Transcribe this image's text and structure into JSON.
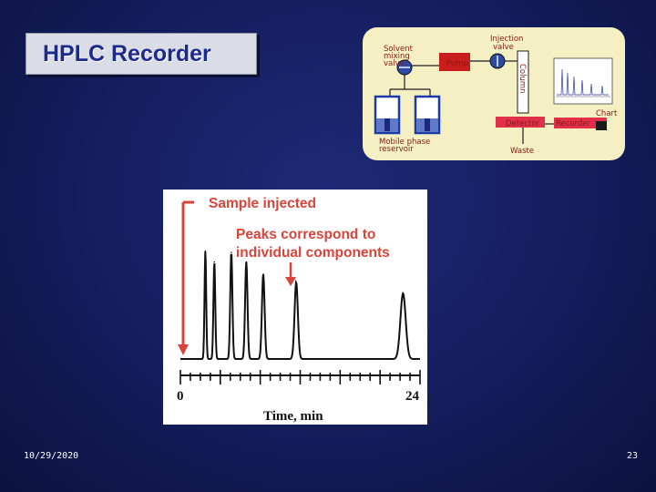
{
  "slide": {
    "title": "HPLC Recorder",
    "date": "10/29/2020",
    "page_number": "23"
  },
  "schematic": {
    "labels": {
      "injection_valve": [
        "Injection",
        "valve"
      ],
      "solvent_mixing_valve": [
        "Solvent",
        "mixing",
        "valve"
      ],
      "pump": "Pump",
      "column": "Column",
      "detector": "Detector",
      "recorder": "Recorder",
      "chart": "Chart",
      "mobile_phase_reservoir": [
        "Mobile phase",
        "reservoir"
      ],
      "waste": "Waste"
    }
  },
  "chromatogram": {
    "annotation_injected": "Sample injected",
    "annotation_peaks_line1": "Peaks correspond to",
    "annotation_peaks_line2": "individual components",
    "x_axis_label": "Time, min",
    "x_start_label": "0",
    "x_end_label": "24",
    "colors": {
      "annotation": "#d9443a",
      "trace": "#111111"
    }
  },
  "chart_data": {
    "type": "line",
    "xlabel": "Time, min",
    "xlim": [
      0,
      24
    ],
    "ylabel": "",
    "peaks": [
      {
        "time": 2.5,
        "height": 0.79
      },
      {
        "time": 3.4,
        "height": 0.71
      },
      {
        "time": 5.1,
        "height": 0.78
      },
      {
        "time": 6.6,
        "height": 0.71
      },
      {
        "time": 8.3,
        "height": 0.62
      },
      {
        "time": 11.6,
        "height": 0.56
      },
      {
        "time": 22.3,
        "height": 0.48
      }
    ]
  }
}
